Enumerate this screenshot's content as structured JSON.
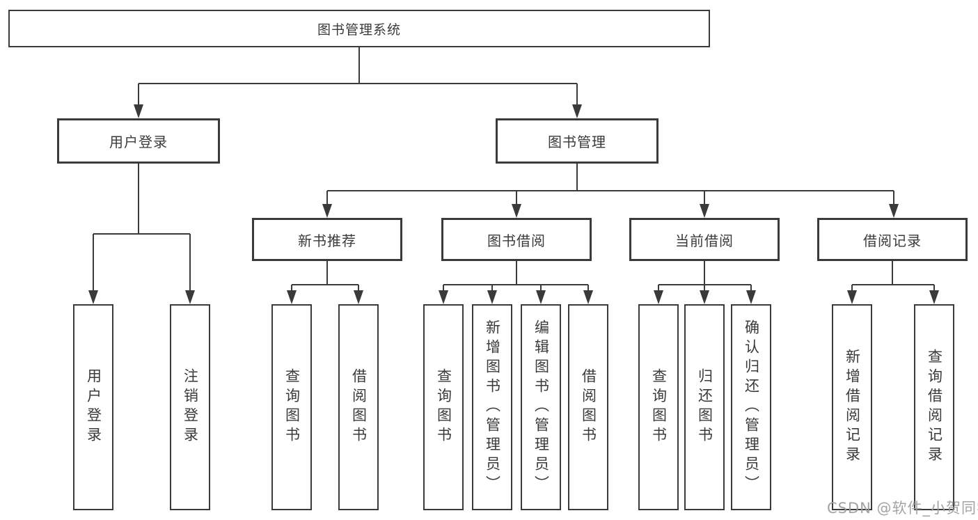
{
  "watermark": "CSDN @软件_小贺同学",
  "tree": {
    "root": "图书管理系统",
    "branches": [
      {
        "label": "用户登录",
        "children": [
          "用户登录",
          "注销登录"
        ]
      },
      {
        "label": "图书管理",
        "sections": [
          {
            "label": "新书推荐",
            "children": [
              "查询图书",
              "借阅图书"
            ]
          },
          {
            "label": "图书借阅",
            "children": [
              "查询图书",
              "新增图书（管理员）",
              "编辑图书（管理员）",
              "借阅图书"
            ]
          },
          {
            "label": "当前借阅",
            "children": [
              "查询图书",
              "归还图书",
              "确认归还（管理员）"
            ]
          },
          {
            "label": "借阅记录",
            "children": [
              "新增借阅记录",
              "查询借阅记录"
            ]
          }
        ]
      }
    ]
  }
}
